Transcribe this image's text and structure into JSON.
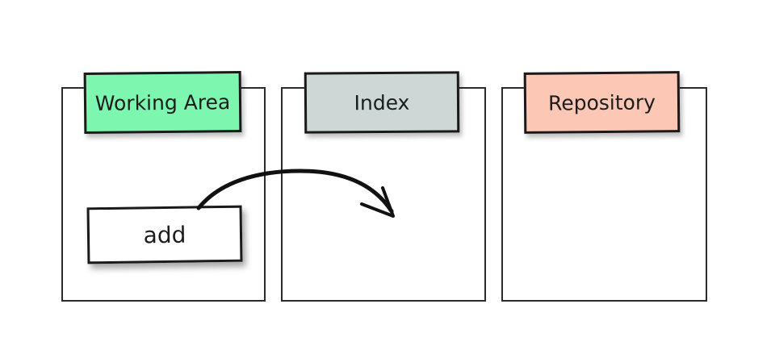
{
  "stages": [
    {
      "label": "Working Area",
      "color": "#7df6b0"
    },
    {
      "label": "Index",
      "color": "#cdd8d6"
    },
    {
      "label": "Repository",
      "color": "#fcc8b5"
    }
  ],
  "command": {
    "label": "add"
  },
  "arrow": {
    "from": "Working Area",
    "to": "Index",
    "color": "#111111"
  }
}
